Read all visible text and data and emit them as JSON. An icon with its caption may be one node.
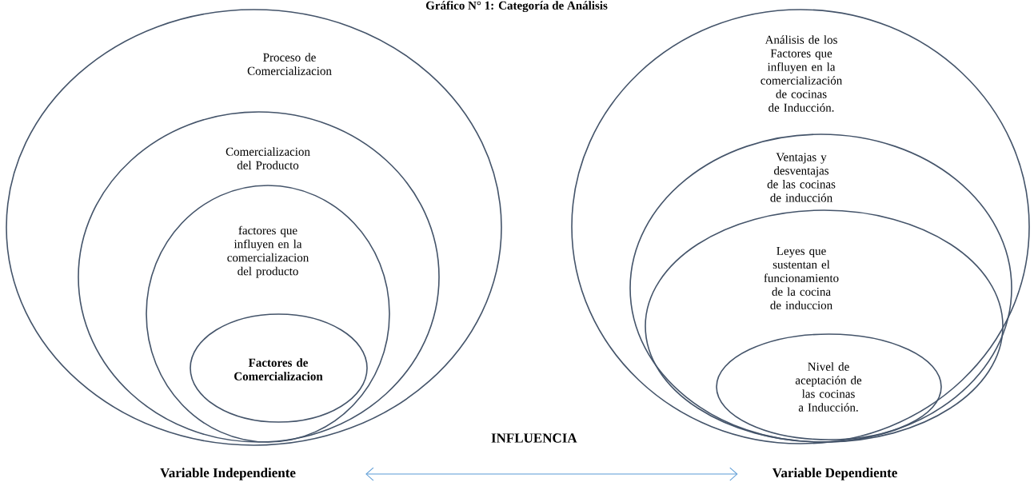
{
  "diagram": {
    "title": "Gráfico N° 1: Categoría de Análisis",
    "nodes": [
      {
        "text": [
          "Proceso de Comercializacion"
        ]
      },
      {
        "text": [
          "Comercializacion del Producto"
        ],
        "in": 0
      },
      {
        "text": [
          "factores que influyen en la comercializacion del producto"
        ],
        "in": 1
      },
      {
        "text": [
          "Factores de Comercializacion"
        ],
        "in": 2
      },
      {
        "text": [
          "Análisis de los Factores que influyen en la comercialización de cocinas de Inducción."
        ]
      },
      {
        "text": [
          "Ventajas y desventajas de las cocinas de inducción"
        ],
        "in": 4
      },
      {
        "text": [
          "Leyes que sustentan el funcionamiento de la cocina de induccion"
        ],
        "in": 5
      },
      {
        "text": [
          "Nivel de aceptación de las cocinas a Inducción."
        ],
        "in": 6
      },
      {
        "text": [
          "Variable Independiente"
        ]
      },
      {
        "text": [
          "Variable Dependiente"
        ]
      }
    ],
    "edges": [
      {
        "from": 8,
        "to": 9,
        "arrow": "both",
        "label": "INFLUENCIA",
        "color": "#5b9bd5"
      }
    ]
  }
}
